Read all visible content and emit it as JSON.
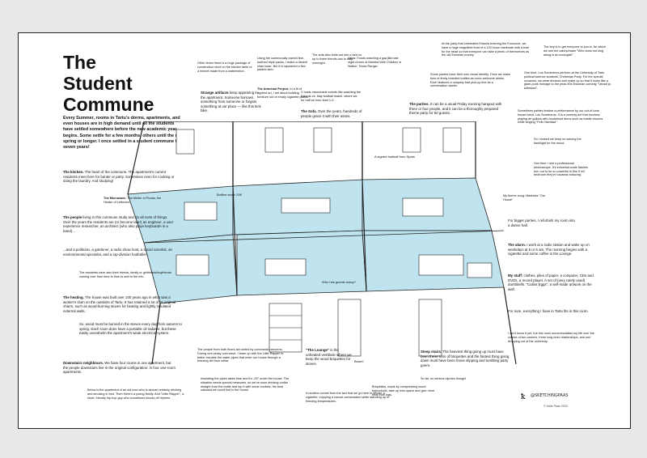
{
  "title": {
    "line1": "The Student",
    "line2": "Commune"
  },
  "intro": "Every Summer, rooms in Tartu's dorms, apartments, and even houses are in high demand until all the students have settled somewhere before the new academic year begins. Some settle for a few months, others until the next spring or longer. I once settled in a student commune for seven years!",
  "notes": {
    "kitchen": {
      "head": "The kitchen.",
      "body": "The heart of the commune. The apartment's current residents meet here for banter or party. Sometimes even for cooking or doing the laundry. And studying!"
    },
    "microwave": {
      "head": "The Microwave.",
      "body": "The Melter of Pizzas, the Heater of Leftovers."
    },
    "people": {
      "head": "The people",
      "body": "living in this commune study and do all sorts of things. Over the years the residents are (or become later) an engineer, a user experience researcher, an architect (who also plays keyboards in a band)..."
    },
    "people2": "...and a politician, a gardener, a radio show host, a social scientist, an environmental specialist, and a top-division footballer.",
    "friends": "The residents have also their friends, family or girlfriends/boyfriends coming over from time to time to add to the mix.",
    "heating": {
      "head": "The heating.",
      "body": "The house was built over 100 years ago in what was a worker's slum on the outskirts of Tartu. It has retained a lot of its original charm, such as wood-burning stoves for heating and lightly insulated external walls."
    },
    "wood": "So, wood must be burned in the stoves every day from autumn to spring. Each room does have a portable oil radiator, but these easily overwhelm the apartment's weak electrical system.",
    "downstairs": {
      "head": "Downstairs neighbours.",
      "body": "We have four rooms in one apartment, but the people downstairs live in the original configuration: in four one-room apartments."
    },
    "rapper": "Below is the apartment of an old man who is almost certainly drinking and smoking in bed. Then there's a young family. And \"Little Rapper\", a short, friendly hip-hop guy who sometimes shoots off rhymes.",
    "construction": "Other times there is a huge package of construction wool on the kitchen table or a helmet made from a watermelon.",
    "strange": {
      "head": "Strange artifacts",
      "body": "keep appearing in the apartment. Someone borrows something from someone or forgets something at our place — like this kick bike."
    },
    "armchair_top": "Using the communally owned fine-toothed triple packs, I make a decent chair base. But it is squashed a few parties later.",
    "armchair": {
      "head": "The Armchair Project.",
      "body": "In a fit of applied art, I set about building furniture out of empty cigarette packs."
    },
    "sofa_top": "The sofa also folds out into a bed so up to three friends can to stay overnight.",
    "eurovision": "X hosts memorable events like watching the Estonia vs. Italy football match, where we for half an hour lead 1-0.",
    "sofa": {
      "head": "The Sofa.",
      "body": "Over the years, hundreds of people grace it with their asses."
    },
    "sign": "Valas: Foods watching a gap(like late night reruns of Married With Children or Walker, Texas Ranger.",
    "sauna_top": "At the party that celebrates Estonia entering the Eurozone, we have a huge magnified front of a 100 kroon banknote with a hole for the head so that everyone can take a photo of themselves as the old Estonian money.",
    "identity": "Some parties have their own visual identity. Once we make tons of finely branded bottles as ironic welcome drinks. Each features a uniquely bad pick-up line as a conversation starter.",
    "parties": {
      "head": "The parties.",
      "body": "It can be a usual Friday evening hangout with three or four people, and it can be a thoroughly prepared theme party for 50 guests."
    },
    "christmas_top": "The key is to get everyone to join in, for which we use the catchphrase \"Who does not sing along is an ecologist!\"",
    "christmas": "One time, Los Sombreros perform at the University of Tartu political science students' Christmas Party. For the special occasion, we wear dresses and make up so that it looks like a glam-punk homage to the peak 80s Estonian comedy \"Vanad ja kõbedad\".",
    "sombreros": "Sometimes parties feature a performance by our out-of-tune house band, Los Sombreros. It is a comedy act that involves playing air guitars with household items such as bristle brooms while singing \"Feliz Navidad\".",
    "flashlight": "So I looked we keep on waving the flashlight for the mood.",
    "strobe": "One time I rent a professional stroboscope. It's industrial-scale flashes turn out to be so powerful in this 9 m2 bedroom they're nauseas inducing.",
    "theme_song": "My theme song: Madness \"Our House\"",
    "dance_hall": "For bigger parties, I refurbish my room into a dance hall.",
    "alarm": {
      "head": "The alarm.",
      "body": "I work at a radio station and wake up on weekdays at 5 or 6 am. The morning begins with a cigarette and some coffee in the Lounge."
    },
    "stuff": {
      "head": "My stuff:",
      "body": "clothes, piles of paper, a computer, CDs and DVDs, a record player. A set of (very rarely used) dumbbells. \"Cubist Eggs\", a self-made artwork on the wall."
    },
    "forsure": "For sure, everything I have in Tartu fits in this room.",
    "forsure2": "I don't know it yet, but this room accommodates my life over the course of two careers, three long-term relationships, and one dropping out of the university.",
    "communal": "The people from both floors are united by communal concerns. During one pesky cold wave, I team up with the Little Rapper to better insulate the water pipes that enter our house through a freezing dirt floor cellar.",
    "pipes": "Insulating the pipes takes time and it's -25° under the house. The situation needs special measures, so we've soon drinking vodka straight from the bottle and top it with some cookies, the best zakuska we could find in the house.",
    "lounge": {
      "head": "\"The Lounge\"",
      "body": "is the unheated vestibule where we keep the wood briquettes for stoves."
    },
    "nicotine": "A nicotine comes from the fact that we go here to smoke a cigarette, enjoying a casual conversation while standing up in freezing temperatures.",
    "briquettes": "Briquettes, made by compressing wood byproducts, take up less space and give more heat than logs.",
    "stairs": {
      "head": "Steep stairs.",
      "body": "The heaviest thing going up must have been these tons of briquettes and the fastest thing going down must have been those slipping and tumbling party goers."
    },
    "injuries": "So far, no serious injuries though!",
    "boom": "Boom!",
    "bottles": "Bottles worth 20€",
    "signed_football": "A signed football from Spain",
    "who_guests": "Who has guests today?"
  },
  "credit": {
    "handle": "@SKETCHINGPAAS",
    "copyright": "© Kalle Paas 2024"
  }
}
